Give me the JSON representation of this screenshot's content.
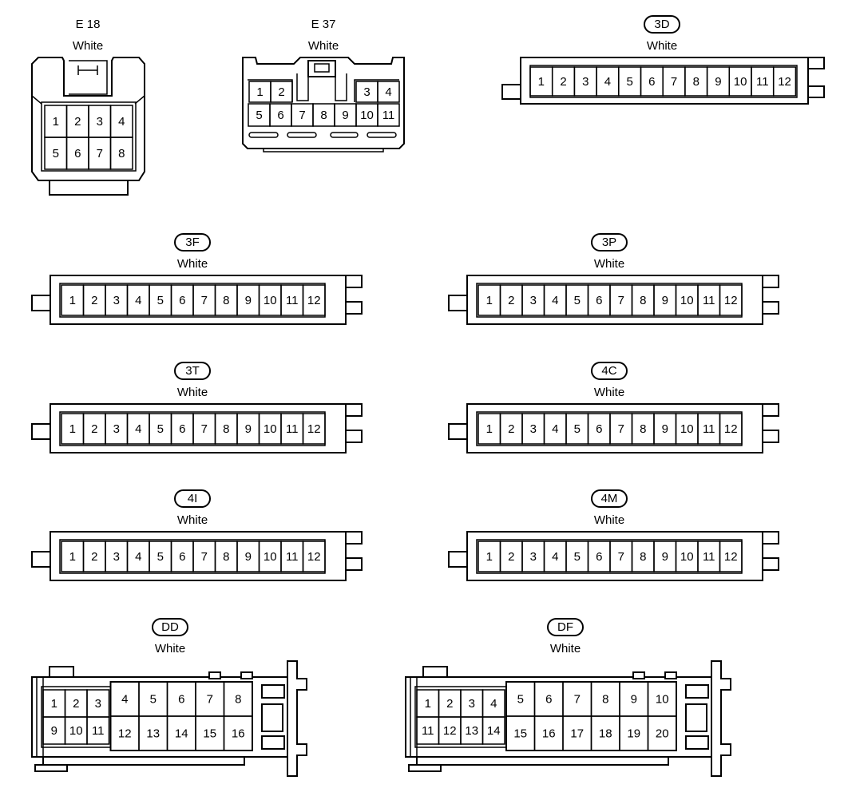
{
  "connectors": [
    {
      "id": "E18",
      "code": "E 18",
      "badge": false,
      "color": "White",
      "style": "box8",
      "rows": [
        [
          "1",
          "2",
          "3",
          "4"
        ],
        [
          "5",
          "6",
          "7",
          "8"
        ]
      ]
    },
    {
      "id": "E37",
      "code": "E 37",
      "badge": false,
      "color": "White",
      "style": "box11",
      "top_left": [
        "1",
        "2"
      ],
      "top_right": [
        "3",
        "4"
      ],
      "bottom": [
        "5",
        "6",
        "7",
        "8",
        "9",
        "10",
        "11"
      ]
    },
    {
      "id": "3D",
      "code": "3D",
      "badge": true,
      "color": "White",
      "style": "strip",
      "pins": [
        "1",
        "2",
        "3",
        "4",
        "5",
        "6",
        "7",
        "8",
        "9",
        "10",
        "11",
        "12"
      ]
    },
    {
      "id": "3F",
      "code": "3F",
      "badge": true,
      "color": "White",
      "style": "strip",
      "pins": [
        "1",
        "2",
        "3",
        "4",
        "5",
        "6",
        "7",
        "8",
        "9",
        "10",
        "11",
        "12"
      ]
    },
    {
      "id": "3P",
      "code": "3P",
      "badge": true,
      "color": "White",
      "style": "strip",
      "pins": [
        "1",
        "2",
        "3",
        "4",
        "5",
        "6",
        "7",
        "8",
        "9",
        "10",
        "11",
        "12"
      ]
    },
    {
      "id": "3T",
      "code": "3T",
      "badge": true,
      "color": "White",
      "style": "strip",
      "pins": [
        "1",
        "2",
        "3",
        "4",
        "5",
        "6",
        "7",
        "8",
        "9",
        "10",
        "11",
        "12"
      ]
    },
    {
      "id": "4C",
      "code": "4C",
      "badge": true,
      "color": "White",
      "style": "strip",
      "pins": [
        "1",
        "2",
        "3",
        "4",
        "5",
        "6",
        "7",
        "8",
        "9",
        "10",
        "11",
        "12"
      ]
    },
    {
      "id": "4I",
      "code": "4I",
      "badge": true,
      "color": "White",
      "style": "strip",
      "pins": [
        "1",
        "2",
        "3",
        "4",
        "5",
        "6",
        "7",
        "8",
        "9",
        "10",
        "11",
        "12"
      ]
    },
    {
      "id": "4M",
      "code": "4M",
      "badge": true,
      "color": "White",
      "style": "strip",
      "pins": [
        "1",
        "2",
        "3",
        "4",
        "5",
        "6",
        "7",
        "8",
        "9",
        "10",
        "11",
        "12"
      ]
    },
    {
      "id": "DD",
      "code": "DD",
      "badge": true,
      "color": "White",
      "style": "dual",
      "small_top": [
        "1",
        "2",
        "3"
      ],
      "small_bottom": [
        "9",
        "10",
        "11"
      ],
      "big_top": [
        "4",
        "5",
        "6",
        "7",
        "8"
      ],
      "big_bottom": [
        "12",
        "13",
        "14",
        "15",
        "16"
      ]
    },
    {
      "id": "DF",
      "code": "DF",
      "badge": true,
      "color": "White",
      "style": "dual",
      "small_top": [
        "1",
        "2",
        "3",
        "4"
      ],
      "small_bottom": [
        "11",
        "12",
        "13",
        "14"
      ],
      "big_top": [
        "5",
        "6",
        "7",
        "8",
        "9",
        "10"
      ],
      "big_bottom": [
        "15",
        "16",
        "17",
        "18",
        "19",
        "20"
      ]
    }
  ]
}
